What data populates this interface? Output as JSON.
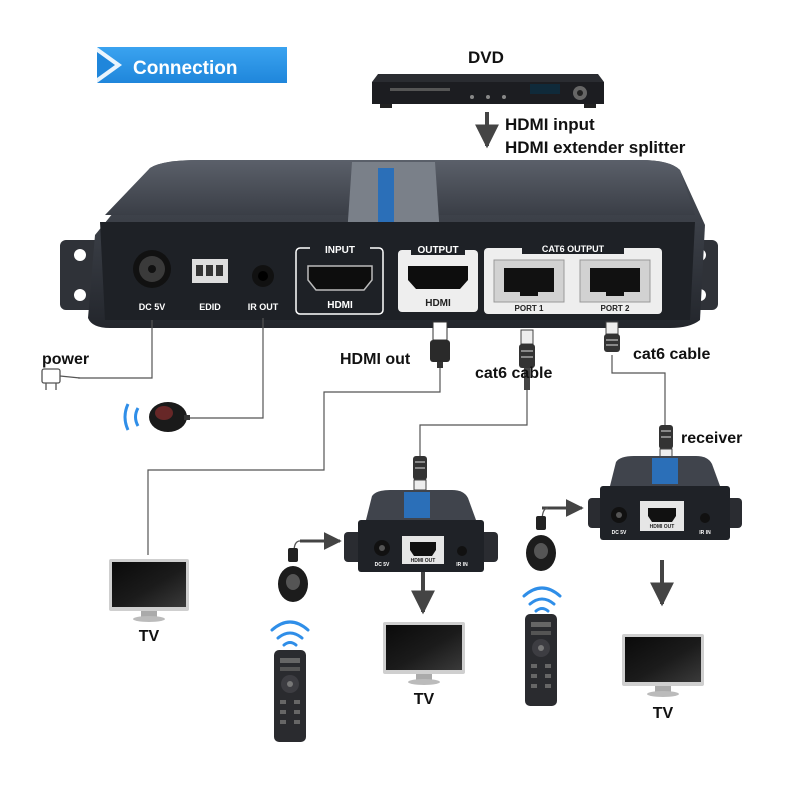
{
  "banner": {
    "text": "Connection",
    "color": "#1f8fe6"
  },
  "source": {
    "name": "DVD",
    "input_line1": "HDMI input",
    "input_line2": "HDMI extender splitter"
  },
  "splitter": {
    "ports": {
      "dc": "DC 5V",
      "edid": "EDID",
      "ir_out": "IR OUT",
      "input_title": "INPUT",
      "input_hdmi": "HDMI",
      "output_title": "OUTPUT",
      "output_hdmi": "HDMI",
      "cat6_title": "CAT6 OUTPUT",
      "port1": "PORT 1",
      "port2": "PORT 2"
    }
  },
  "labels": {
    "power": "power",
    "hdmi_out": "HDMI out",
    "cat6_cable_1": "cat6 cable",
    "cat6_cable_2": "cat6 cable",
    "receiver": "receiver",
    "tv1": "TV",
    "tv2": "TV",
    "tv3": "TV"
  },
  "receiver_ports": {
    "dc": "DC 5V",
    "hdmi_out": "HDMI OUT",
    "ir_in": "IR IN"
  },
  "icons": [
    "dvd-player-icon",
    "power-adapter-icon",
    "ir-eye-icon",
    "remote-icon",
    "tv-icon",
    "arrow-down-icon",
    "arrow-right-icon",
    "rj45-plug-icon",
    "hdmi-plug-icon",
    "wifi-signal-icon"
  ]
}
